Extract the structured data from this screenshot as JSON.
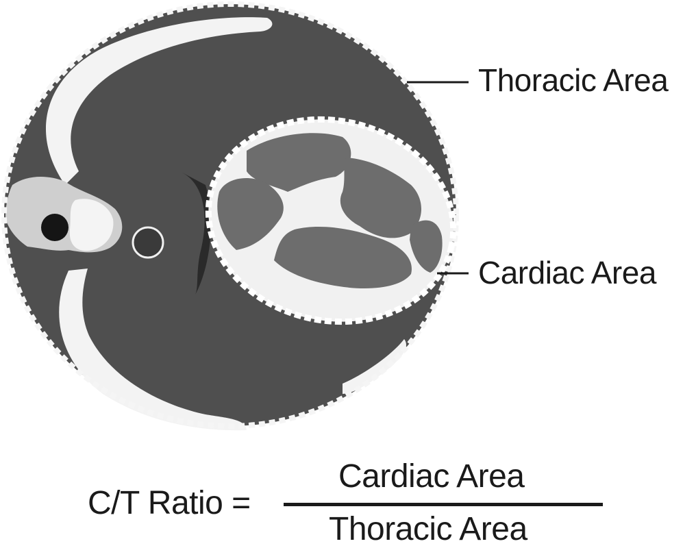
{
  "labels": {
    "thoracic": "Thoracic Area",
    "cardiac": "Cardiac Area"
  },
  "formula": {
    "lhs": "C/T Ratio =",
    "numerator": "Cardiac Area",
    "denominator": "Thoracic Area"
  },
  "colors": {
    "thorax_fill": "#4f4f4f",
    "heart_chambers": "#6d6d6d",
    "rib_white": "#f4f4f4",
    "vertebra_gray": "#cfcfcf",
    "outline_dark": "#1a1a1a"
  }
}
